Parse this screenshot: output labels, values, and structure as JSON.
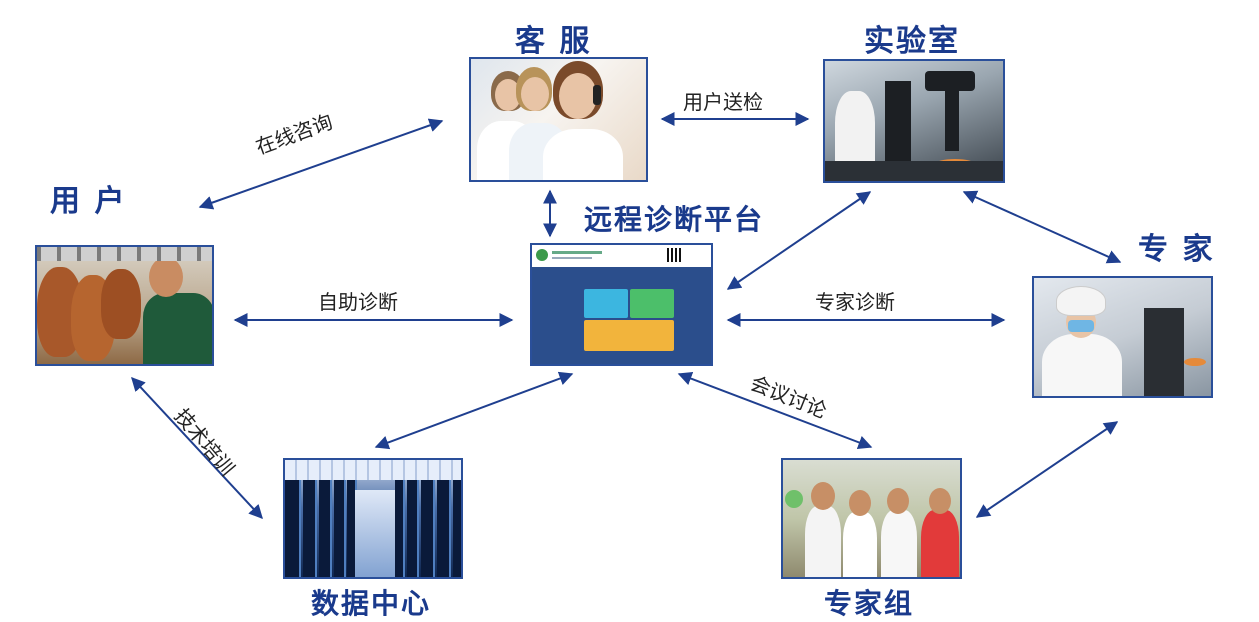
{
  "nodes": {
    "kefu": {
      "title": "客 服"
    },
    "lab": {
      "title": "实验室"
    },
    "user": {
      "title": "用 户"
    },
    "platform": {
      "title": "远程诊断平台"
    },
    "expert": {
      "title": "专 家"
    },
    "datacenter": {
      "title": "数据中心"
    },
    "group": {
      "title": "专家组"
    }
  },
  "edges": {
    "online_consult": "在线咨询",
    "user_send_test": "用户送检",
    "self_diagnosis": "自助诊断",
    "expert_diagnosis": "专家诊断",
    "meeting_discussion": "会议讨论",
    "tech_training": "技术培训"
  },
  "colors": {
    "title": "#1a3a8c",
    "arrow": "#1f3f8f",
    "frame": "#2a4f9a"
  },
  "icons": {
    "photo_kefu": "customer-service-photo",
    "photo_lab": "laboratory-photo",
    "photo_user": "farmer-with-cattle-photo",
    "photo_platform": "platform-screenshot",
    "photo_expert": "expert-microscope-photo",
    "photo_data": "server-room-photo",
    "photo_group": "expert-group-photo"
  }
}
